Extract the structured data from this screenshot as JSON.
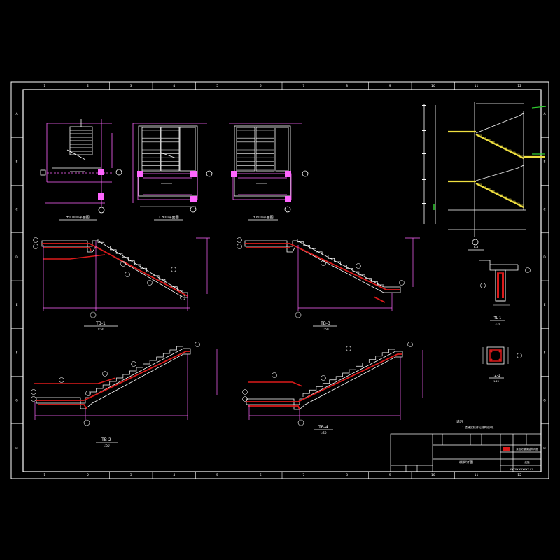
{
  "drawing": {
    "background": "#000000",
    "colors": {
      "frame": "#ffffff",
      "dim": "#ff66ff",
      "hatch": "#ffffff",
      "slab": "#dd1a1a",
      "section_slab": "#f0e040",
      "label": "#ffffff",
      "cyan": "#00e0ff",
      "green": "#30d030"
    },
    "grid_numbers": [
      "1",
      "2",
      "3",
      "4",
      "5",
      "6",
      "7",
      "8",
      "9",
      "10",
      "11",
      "12"
    ],
    "grid_letters": [
      "A",
      "B",
      "C",
      "D",
      "E",
      "F",
      "G",
      "H"
    ],
    "axis_markers": [
      "A",
      "B",
      "C",
      "A",
      "B"
    ],
    "view_titles": {
      "plan1": "±0.000平面图",
      "plan2": "1.800平面图",
      "plan3": "3.600平面图",
      "tb1": "TB-1",
      "tb1_scale": "1:50",
      "tb2": "TB-2",
      "tb2_scale": "1:50",
      "tb3": "TB-3",
      "tb3_scale": "1:50",
      "tb4": "TB-4",
      "tb4_scale": "1:50",
      "section": "1-1",
      "tl1": "TL-1",
      "tl1_scale": "1:20",
      "tz1": "TZ-1",
      "tz1_scale": "1:20"
    },
    "notes": {
      "heading": "说明:",
      "line1": "1.楼梯梁柱详见结构说明。"
    },
    "title_block": {
      "drawing_name": "楼梯详图",
      "project": "某住宅楼梯结构详图",
      "sheet": "结施",
      "number": "XXXXX-XXXXXX-01"
    }
  }
}
